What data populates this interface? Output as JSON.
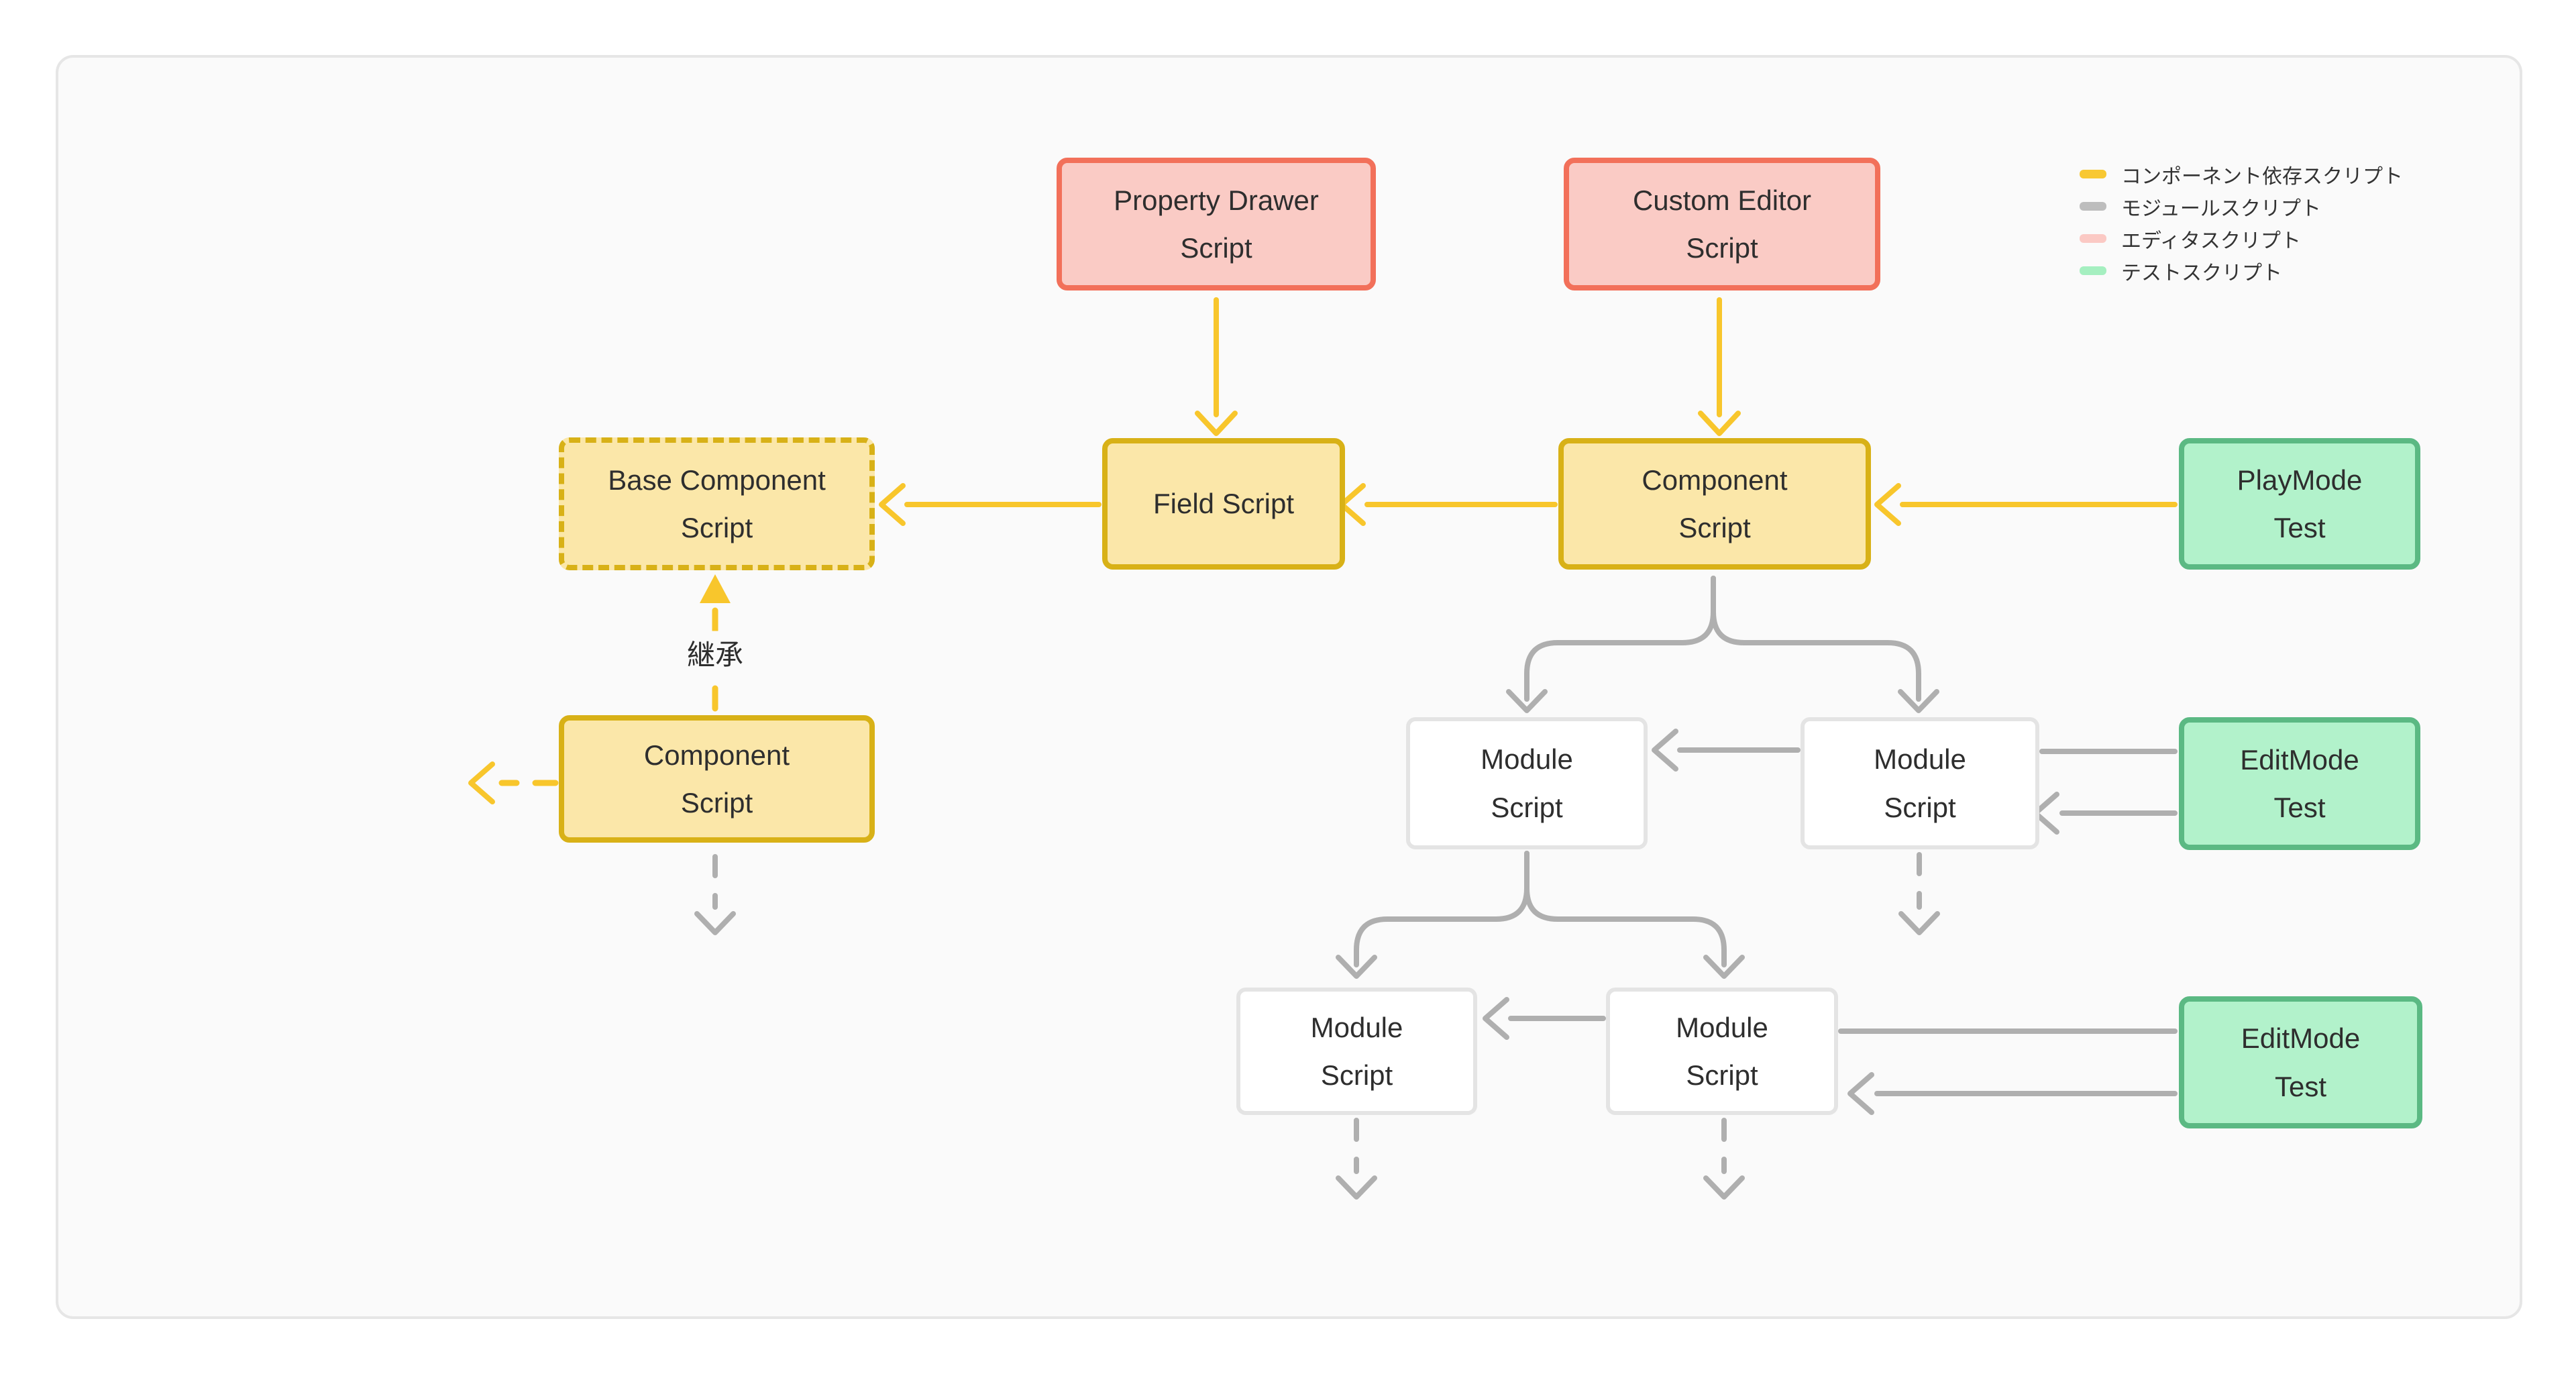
{
  "diagram": {
    "nodes": {
      "property_drawer": {
        "label": "Property Drawer\nScript"
      },
      "custom_editor": {
        "label": "Custom Editor\nScript"
      },
      "base_component": {
        "label": "Base Component\nScript"
      },
      "field": {
        "label": "Field Script"
      },
      "component": {
        "label": "Component\nScript"
      },
      "playmode_test": {
        "label": "PlayMode\nTest"
      },
      "component_sub": {
        "label": "Component\nScript"
      },
      "module_a": {
        "label": "Module\nScript"
      },
      "module_b": {
        "label": "Module\nScript"
      },
      "editmode_test_1": {
        "label": "EditMode\nTest"
      },
      "module_c": {
        "label": "Module\nScript"
      },
      "module_d": {
        "label": "Module\nScript"
      },
      "editmode_test_2": {
        "label": "EditMode\nTest"
      }
    },
    "edge_labels": {
      "inheritance": "継承"
    },
    "legend": {
      "items": [
        {
          "label": "コンポーネント依存スクリプト",
          "color": "#F8C832"
        },
        {
          "label": "モジュールスクリプト",
          "color": "#BDBDBD"
        },
        {
          "label": "エディタスクリプト",
          "color": "#FBC9C4"
        },
        {
          "label": "テストスクリプト",
          "color": "#A5EFC0"
        }
      ]
    }
  },
  "colors": {
    "dependency_edge": "#F8C62C",
    "module_edge": "#AFAFAF",
    "editor_fill": "#FACBC5",
    "editor_border": "#F2705A",
    "dependency_fill": "#FBE7A9",
    "dependency_border": "#D8B117",
    "test_fill": "#B2F2CB",
    "test_border": "#5BB983",
    "module_fill": "#FFFFFF",
    "module_border": "#E4E4E4",
    "panel_background": "#FAFAFA",
    "page_background": "#FFFFFF",
    "text": "#2E2E2E"
  }
}
